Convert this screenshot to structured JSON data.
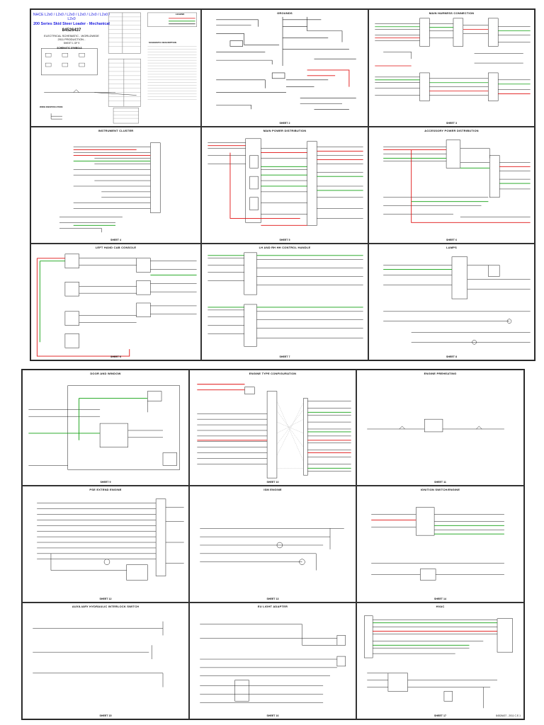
{
  "cover": {
    "title": "NHCE L2x0 / L2x0 / L2x0 / L2x0 / L2x0 / L2x0 / L2x0",
    "model": "200 Series Skid Steer Loader - Mechanical",
    "number": "84526437",
    "subtitle": "ELECTRICAL SCHEMATIC - WORLDWIDE",
    "subtitle2": "2011 PRODUCTION -",
    "sheet_label": "SHEET 1 OF 9",
    "schematic_symbols": "SCHEMATIC SYMBOLS",
    "wire_identification": "WIRE IDENTIFICATION",
    "legend": "LEGEND",
    "index_title": "SCHEMATIC DESCRIPTION"
  },
  "sheets_page1": [
    {
      "title": "GROUNDS",
      "footer": "SHEET 2"
    },
    {
      "title": "MAIN HARNESS CONNECTION",
      "footer": "SHEET 3"
    },
    {
      "title": "INSTRUMENT CLUSTER",
      "footer": "SHEET 4"
    },
    {
      "title": "MAIN POWER DISTRIBUTION",
      "footer": "SHEET 5"
    },
    {
      "title": "ACCESSORY POWER DISTRIBUTION",
      "footer": "SHEET 6"
    },
    {
      "title": "LEFT HAND CAB CONSOLE",
      "footer": "SHEET 6"
    },
    {
      "title": "LH AND RH HH CONTROL HANDLE",
      "footer": "SHEET 7"
    },
    {
      "title": "LAMPS",
      "footer": "SHEET 8"
    }
  ],
  "sheets_page2": [
    {
      "title": "DOOR AND WINDOW",
      "footer": "SHEET 9"
    },
    {
      "title": "ENGINE TYPE CONFIGURATION",
      "footer": "SHEET 10"
    },
    {
      "title": "ENGINE PREHEATING",
      "footer": "SHEET 11"
    },
    {
      "title": "PSE EXTEND ENGINE",
      "footer": "SHEET 12"
    },
    {
      "title": "ISM ENGINE",
      "footer": "SHEET 13"
    },
    {
      "title": "IGNITION SWITCH/ENGINE",
      "footer": "SHEET 14"
    },
    {
      "title": "AUXILIARY HYDRAULIC INTERLOCK SWITCH",
      "footer": "SHEET 15"
    },
    {
      "title": "EU LIGHT ADAPTER",
      "footer": "SHEET 16"
    },
    {
      "title": "HVAC",
      "footer": "SHEET 17"
    }
  ],
  "page2_revision": "84526437 - 2011 C.E.1",
  "colors": {
    "wire_black": "#1a1a1a",
    "wire_power": "#e01010",
    "wire_ground": "#10a010",
    "title_blue": "#1a1ae0",
    "frame": "#222222"
  }
}
